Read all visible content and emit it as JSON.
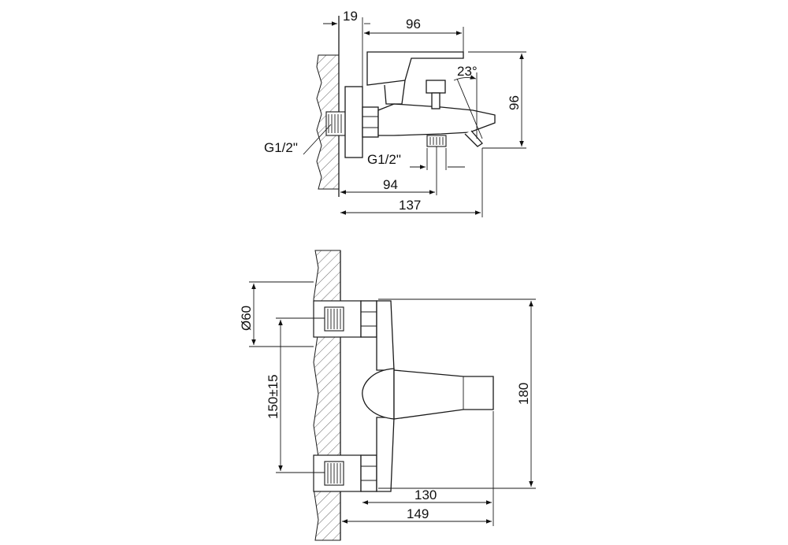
{
  "side_view": {
    "dim_wall_offset": "19",
    "dim_handle_length": "96",
    "dim_angle": "23°",
    "dim_height": "96",
    "thread_inlet": "G1/2\"",
    "thread_outlet": "G1/2\"",
    "dim_outlet_distance": "94",
    "dim_total_depth": "137"
  },
  "front_view": {
    "dim_flange_diameter": "Ø60",
    "dim_center_distance": "150±15",
    "dim_total_height": "180",
    "dim_spout_depth": "130",
    "dim_total_depth": "149"
  }
}
